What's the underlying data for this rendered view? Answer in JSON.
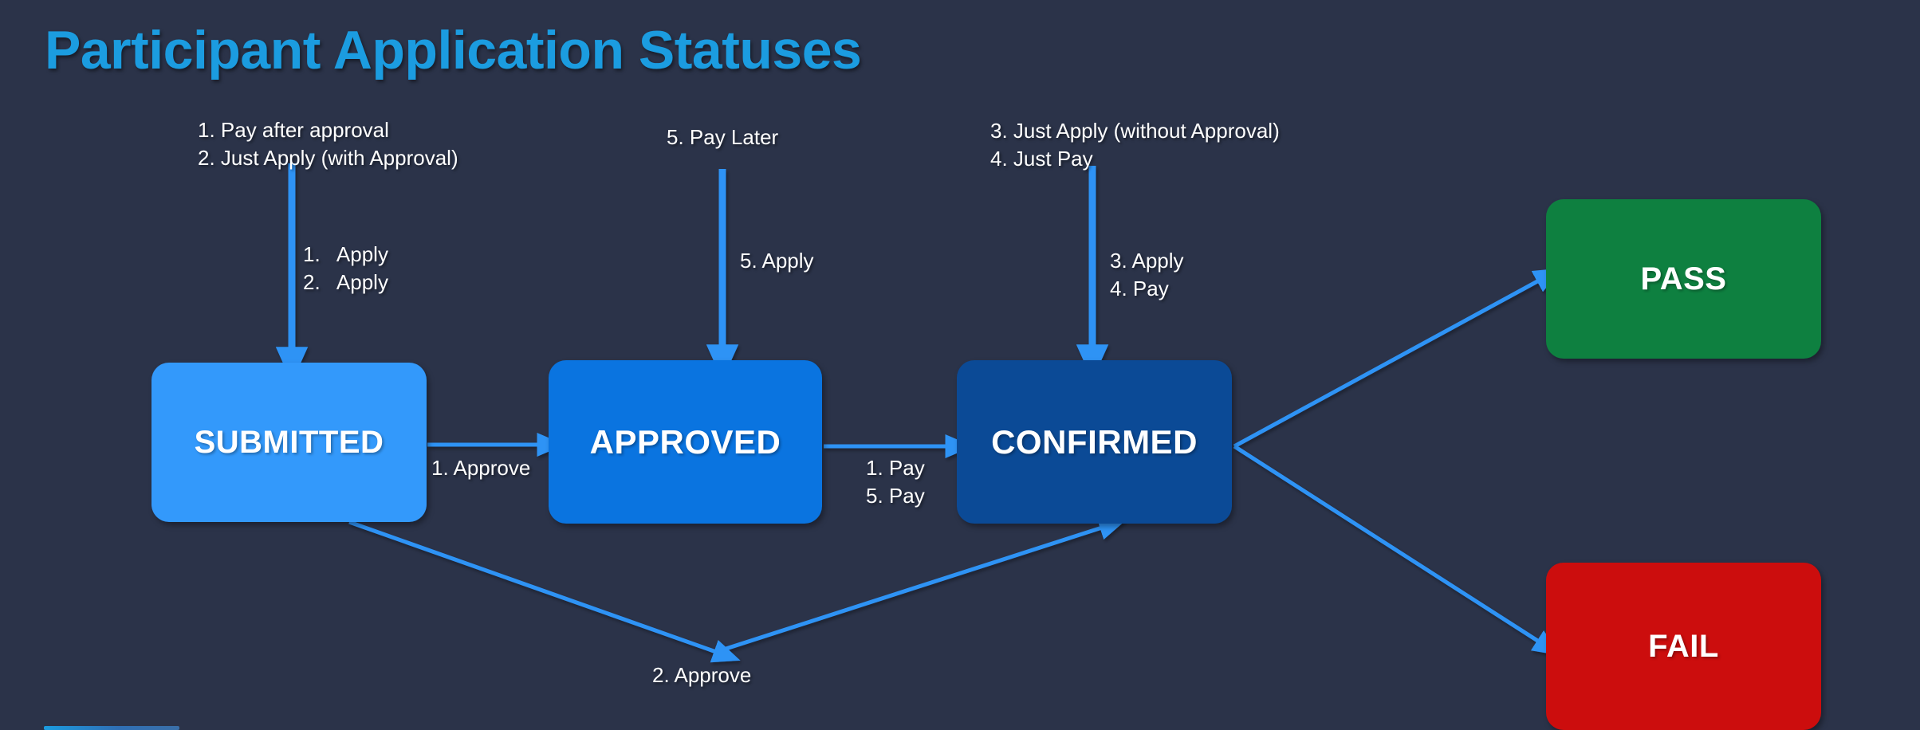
{
  "slide": {
    "title": "Participant Application Statuses",
    "background_color": "#2b3349",
    "title_color": "#1b9ce0"
  },
  "statuses": [
    {
      "id": "submitted",
      "label": "SUBMITTED",
      "color": "#3399fb"
    },
    {
      "id": "approved",
      "label": "APPROVED",
      "color": "#0a74e0"
    },
    {
      "id": "confirmed",
      "label": "CONFIRMED",
      "color": "#0b4a96"
    },
    {
      "id": "pass",
      "label": "PASS",
      "color": "#0e8040"
    },
    {
      "id": "fail",
      "label": "FAIL",
      "color": "#cc0d0d"
    }
  ],
  "scenario_notes": [
    {
      "id": "group-1",
      "text": "1. Pay after approval\n2. Just Apply (with Approval)"
    },
    {
      "id": "group-5",
      "text": "5. Pay Later"
    },
    {
      "id": "group-34",
      "text": "3. Just Apply (without Approval)\n4. Just Pay"
    }
  ],
  "entry_labels": [
    {
      "id": "step-1",
      "text": "1.   Apply\n2.   Apply"
    },
    {
      "id": "step-5",
      "text": "5. Apply"
    },
    {
      "id": "step-34",
      "text": "3. Apply\n4. Pay"
    }
  ],
  "transition_labels": [
    {
      "id": "approve-1",
      "text": "1. Approve",
      "from": "SUBMITTED",
      "to": "APPROVED"
    },
    {
      "id": "pay-15",
      "text": "1. Pay\n5. Pay",
      "from": "APPROVED",
      "to": "CONFIRMED"
    },
    {
      "id": "approve-2",
      "text": "2. Approve",
      "from": "SUBMITTED",
      "to": "CONFIRMED"
    }
  ],
  "arrow_color": "#2f93f5"
}
